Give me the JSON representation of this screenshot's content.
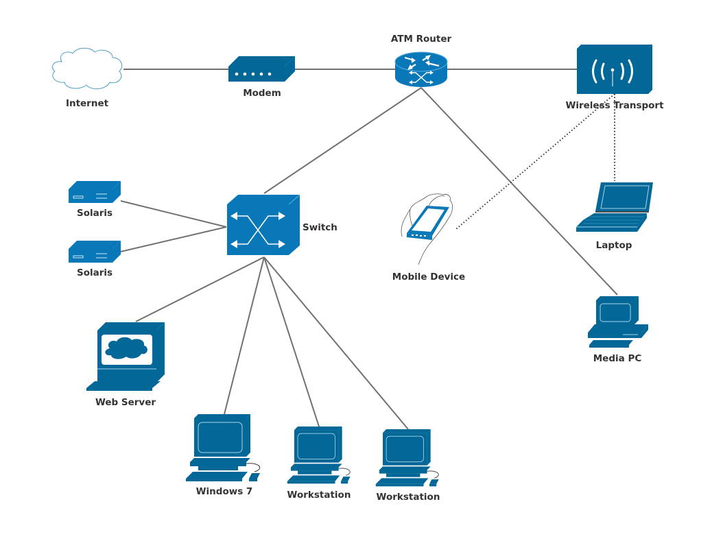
{
  "diagram": {
    "type": "network-topology",
    "colors": {
      "device": "#036897",
      "switch": "#0878b8",
      "link": "#707070",
      "wireless_link": "#333333",
      "cloud_stroke": "#4a9cc7",
      "label": "#333333"
    },
    "nodes": [
      {
        "id": "internet",
        "label": "Internet",
        "icon": "cloud-icon"
      },
      {
        "id": "modem",
        "label": "Modem",
        "icon": "modem-icon"
      },
      {
        "id": "atm_router",
        "label": "ATM Router",
        "icon": "router-icon"
      },
      {
        "id": "wireless_transport",
        "label": "Wireless Transport",
        "icon": "wireless-access-point-icon"
      },
      {
        "id": "solaris_1",
        "label": "Solaris",
        "icon": "server-icon"
      },
      {
        "id": "solaris_2",
        "label": "Solaris",
        "icon": "server-icon"
      },
      {
        "id": "switch",
        "label": "Switch",
        "icon": "switch-icon"
      },
      {
        "id": "mobile_device",
        "label": "Mobile Device",
        "icon": "mobile-device-icon"
      },
      {
        "id": "laptop",
        "label": "Laptop",
        "icon": "laptop-icon"
      },
      {
        "id": "media_pc",
        "label": "Media PC",
        "icon": "desktop-pc-icon"
      },
      {
        "id": "web_server",
        "label": "Web Server",
        "icon": "web-server-icon"
      },
      {
        "id": "windows_7",
        "label": "Windows 7",
        "icon": "workstation-icon"
      },
      {
        "id": "workstation_1",
        "label": "Workstation",
        "icon": "workstation-icon"
      },
      {
        "id": "workstation_2",
        "label": "Workstation",
        "icon": "workstation-icon"
      }
    ],
    "links": [
      {
        "from": "internet",
        "to": "modem",
        "style": "solid"
      },
      {
        "from": "modem",
        "to": "atm_router",
        "style": "solid"
      },
      {
        "from": "atm_router",
        "to": "wireless_transport",
        "style": "solid"
      },
      {
        "from": "atm_router",
        "to": "switch",
        "style": "solid"
      },
      {
        "from": "atm_router",
        "to": "media_pc",
        "style": "solid"
      },
      {
        "from": "wireless_transport",
        "to": "mobile_device",
        "style": "dotted"
      },
      {
        "from": "wireless_transport",
        "to": "laptop",
        "style": "dotted"
      },
      {
        "from": "solaris_1",
        "to": "switch",
        "style": "solid"
      },
      {
        "from": "solaris_2",
        "to": "switch",
        "style": "solid"
      },
      {
        "from": "switch",
        "to": "web_server",
        "style": "solid"
      },
      {
        "from": "switch",
        "to": "windows_7",
        "style": "solid"
      },
      {
        "from": "switch",
        "to": "workstation_1",
        "style": "solid"
      },
      {
        "from": "switch",
        "to": "workstation_2",
        "style": "solid"
      }
    ]
  }
}
